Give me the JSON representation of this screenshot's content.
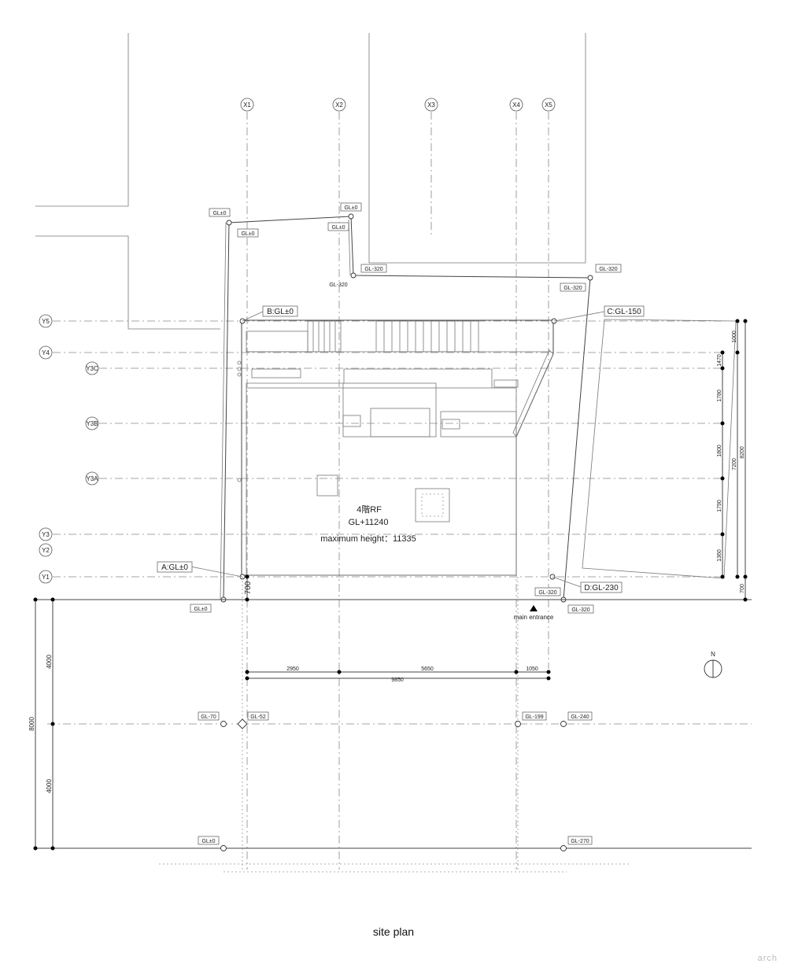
{
  "title": "site plan",
  "watermark": "arch",
  "north_label": "N",
  "main_entrance": "main entrance",
  "grid": {
    "x": [
      "X1",
      "X2",
      "X3",
      "X4",
      "X5"
    ],
    "y": [
      "Y5",
      "Y4",
      "Y3C",
      "Y3B",
      "Y3A",
      "Y3",
      "Y2",
      "Y1"
    ]
  },
  "roof": {
    "floor": "4階RF",
    "level": "GL+11240",
    "max_height": "maximum height：11335"
  },
  "corners": {
    "a": "A:GL±0",
    "b": "B:GL±0",
    "c": "C:GL-150",
    "d": "D:GL-230"
  },
  "levels": {
    "l1": "GL±0",
    "l2": "GL±0",
    "l3": "GL±0",
    "l4": "GL±0",
    "l5": "GL-320",
    "l6": "GL-320",
    "l7": "GL-320",
    "l8": "GL-320",
    "l9": "GL±0",
    "l10": "GL-320",
    "l11": "GL-320",
    "l12": "GL-70",
    "l13": "GL-52",
    "l14": "GL-199",
    "l15": "GL-240",
    "l16": "GL±0",
    "l17": "GL-270"
  },
  "dims": {
    "d700a": "700",
    "d2950": "2950",
    "d5650": "5650",
    "d1050": "1050",
    "d9850": "9850",
    "d4000a": "4000",
    "d4000b": "4000",
    "d8000": "8000",
    "d1000": "1000",
    "d1470": "1470",
    "d1780": "1780",
    "d1800": "1800",
    "d1790": "1790",
    "d1360": "1360",
    "d7200": "7200",
    "d8200": "8200",
    "d700b": "700"
  }
}
